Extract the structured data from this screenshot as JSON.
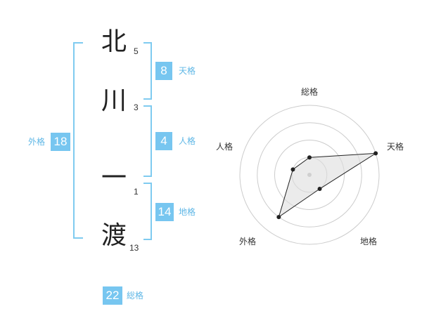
{
  "name": {
    "chars": [
      {
        "char": "北",
        "strokes": "5"
      },
      {
        "char": "川",
        "strokes": "3"
      },
      {
        "char": "一",
        "strokes": "1"
      },
      {
        "char": "渡",
        "strokes": "13"
      }
    ]
  },
  "kakusu": {
    "tenkaku": {
      "value": "8",
      "label": "天格"
    },
    "jinkaku": {
      "value": "4",
      "label": "人格"
    },
    "chikaku": {
      "value": "14",
      "label": "地格"
    },
    "gaikaku": {
      "value": "18",
      "label": "外格"
    },
    "soukaku": {
      "value": "22",
      "label": "総格"
    }
  },
  "radar": {
    "axes": [
      "総格",
      "天格",
      "地格",
      "外格",
      "人格"
    ],
    "levels": 4,
    "values": [
      0.25,
      1.0,
      0.25,
      0.75,
      0.25
    ],
    "colors": {
      "grid": "#cccccc",
      "fill": "#dddddd",
      "line": "#222222",
      "center": "#bbbbbb"
    }
  },
  "accent_color": "#77c6f0"
}
